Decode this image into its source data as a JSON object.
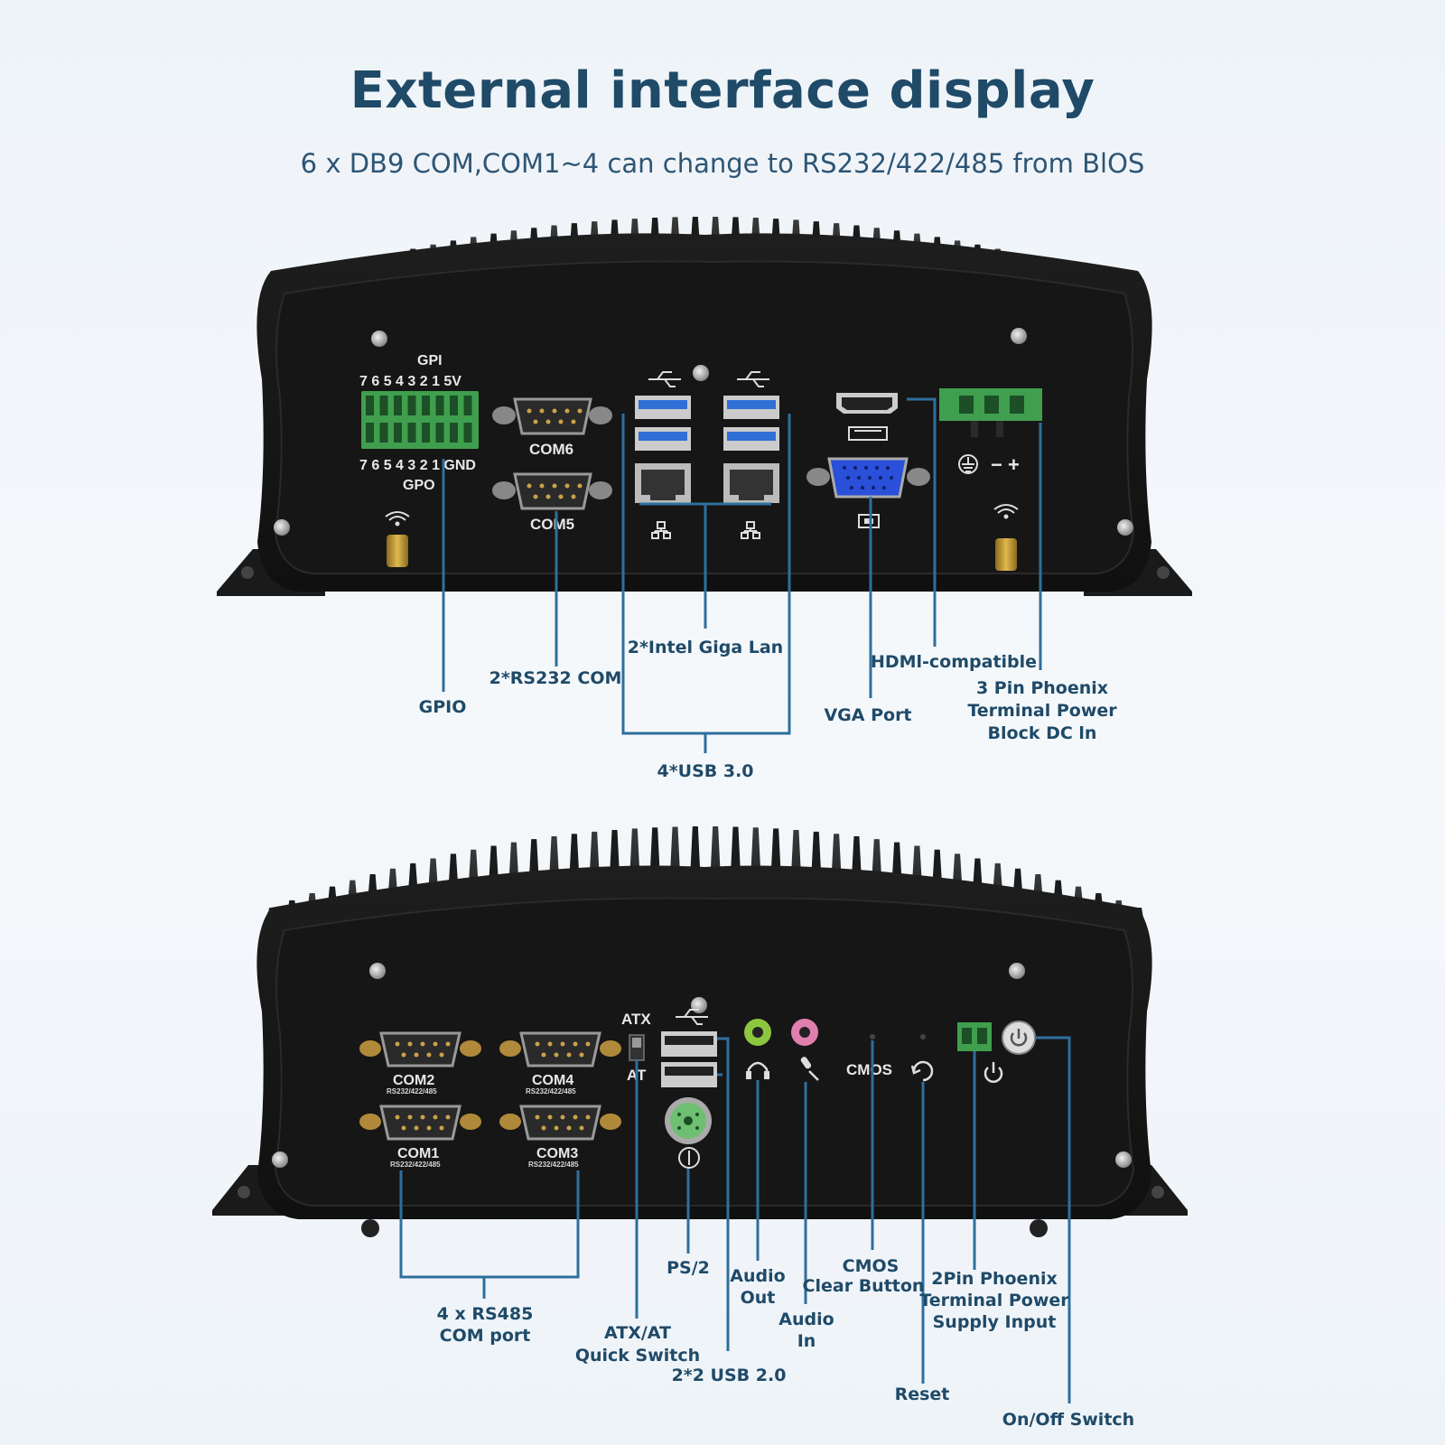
{
  "header": {
    "title": "External interface display",
    "subtitle": "6 x DB9 COM,COM1~4 can change to RS232/422/485 from BlOS"
  },
  "front_panel": {
    "gpi_label": "GPI",
    "gpi_pins": "7 6 5 4 3 2 1 5V",
    "gpo_pins": "7 6 5 4 3 2 1 GND",
    "gpo_label": "GPO",
    "com6": "COM6",
    "com5": "COM5",
    "callouts": {
      "gpio": "GPIO",
      "rs232": "2*RS232 COM",
      "lan": "2*Intel Giga Lan",
      "usb3": "4*USB 3.0",
      "vga": "VGA Port",
      "hdmi": "HDMl-compatible",
      "power_line1": "3 Pin Phoenix",
      "power_line2": "Terminal Power",
      "power_line3": "Block DC ln"
    },
    "power_polarity": "− +"
  },
  "back_panel": {
    "com2": "COM2",
    "com4": "COM4",
    "com1": "COM1",
    "com3": "COM3",
    "com_sub": "RS232/422/485",
    "atx": "ATX",
    "at": "AT",
    "cmos": "CMOS",
    "callouts": {
      "rs485_line1": "4 x RS485",
      "rs485_line2": "COM port",
      "atx_line1": "ATX/AT",
      "atx_line2": "Quick Switch",
      "usb2": "2*2 USB 2.0",
      "ps2": "PS/2",
      "audio_out_line1": "Audio",
      "audio_out_line2": "Out",
      "audio_in_line1": "Audio",
      "audio_in_line2": "In",
      "cmos_line1": "CMOS",
      "cmos_line2": "Clear Button",
      "power_line1": "2Pin Phoenix",
      "power_line2": "Terminal Power",
      "power_line3": "Supply Input",
      "reset": "Reset",
      "onoff": "On/Off Switch"
    }
  },
  "colors": {
    "accent": "#2e6f9e",
    "text": "#1f4a68",
    "chassis": "#141414",
    "usb3": "#2f6fd6",
    "terminal": "#3f9f4e",
    "vga": "#2a4fd8",
    "audio_out": "#8dc63f",
    "audio_in": "#e07fae",
    "ps2": "#6fbf73"
  }
}
